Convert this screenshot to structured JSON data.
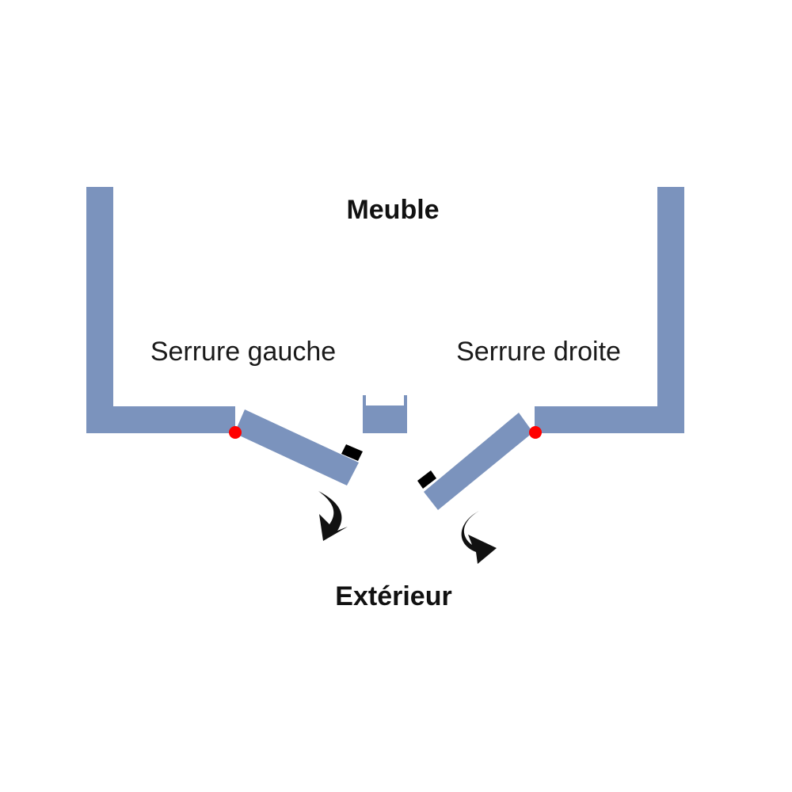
{
  "labels": {
    "top": "Meuble",
    "bottom": "Extérieur",
    "left_lock": "Serrure gauche",
    "right_lock": "Serrure droite"
  },
  "colors": {
    "panel": "#7b93bd",
    "hinge": "#ff0000",
    "lock": "#000000",
    "arrow": "#111111",
    "text": "#111111"
  },
  "icons": {
    "hinge": "hinge-dot-icon",
    "lock": "lock-block-icon",
    "swing": "curved-arrow-icon"
  }
}
